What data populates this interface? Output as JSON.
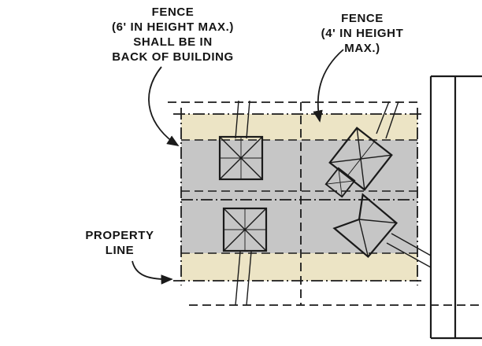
{
  "diagram": {
    "title": "fence-height-site-plan",
    "labels": {
      "fence_back": {
        "lines": [
          "FENCE",
          "(6' IN HEIGHT MAX.)",
          "SHALL BE IN",
          "BACK OF BUILDING"
        ]
      },
      "fence_front": {
        "lines": [
          "FENCE",
          "(4' IN HEIGHT",
          "MAX.)"
        ]
      },
      "property_line": {
        "lines": [
          "PROPERTY",
          "LINE"
        ]
      }
    },
    "colors": {
      "yard_band": "#ece4c5",
      "building_area": "#c6c6c6",
      "line": "#1a1a1a",
      "background": "#ffffff"
    }
  }
}
